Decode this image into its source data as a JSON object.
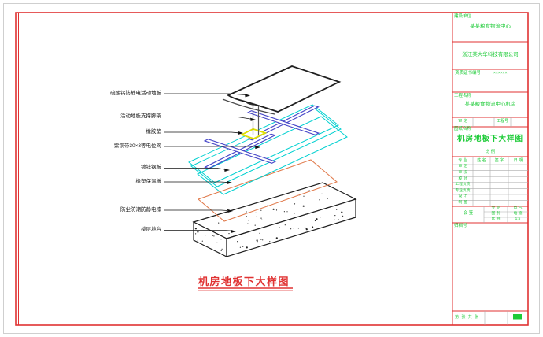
{
  "colors": {
    "frame_red": "#e03232",
    "text_green": "#1ecb38",
    "copper_blue": "#4646c8",
    "panel_cyan": "#00d0d0",
    "paint_orange": "#e0794a",
    "pad_yellow": "#dede00"
  },
  "drawing": {
    "caption": "机房地板下大样图",
    "layer_labels": [
      "硫酸钙防静电活动地板",
      "活动地板支撑脚架",
      "橡胶垫",
      "紫铜带30×3等电位网",
      "镀锌钢板",
      "橡塑保温板",
      "防尘防潮防静电漆",
      "楼层地台"
    ]
  },
  "title_block": {
    "owner_label": "建设单位",
    "owner": "某某粮食物流中心",
    "company": "浙江某大华科技有限公司",
    "cert_label": "资质证书编号",
    "cert_value": "××××××",
    "project_label": "工程名称",
    "project_name": "某某粮食物流中心机房",
    "info_row": [
      "审 定",
      "",
      "工程号",
      ""
    ],
    "sheet_label": "图纸名称",
    "sheet_title": "机房地板下大样图",
    "scale_label": "比 例",
    "sign_header": [
      "专 业",
      "姓 名",
      "签 字",
      "日 期"
    ],
    "sign_rows": [
      "审 定",
      "审 核",
      "校 对",
      "工程负责",
      "专业负责",
      "设 计",
      "制 图"
    ],
    "countersign_label": "会 签",
    "meta_rows": [
      {
        "label": "专 业",
        "value": "电 气"
      },
      {
        "label": "图 别",
        "value": "电 施"
      },
      {
        "label": "比 例",
        "value": "1:5"
      }
    ],
    "archive_label": "归档号",
    "page_note": "第 张 共 张"
  }
}
